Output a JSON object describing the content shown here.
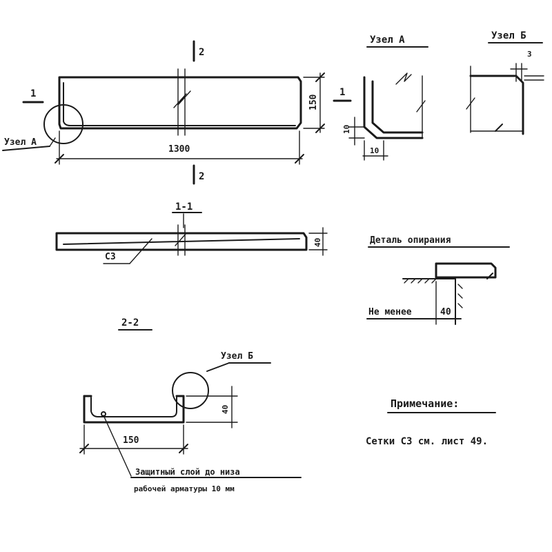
{
  "plan": {
    "section_mark_top": "2",
    "section_mark_bottom": "2",
    "section_mark_left": "1",
    "section_mark_right": "1",
    "length_dim": "1300",
    "height_dim": "150",
    "node_a_callout": "Узел А"
  },
  "node_a": {
    "title": "Узел А",
    "dim_vertical": "10",
    "dim_horizontal": "10"
  },
  "node_b_top": {
    "title": "Узел Б",
    "dim_offset": "3"
  },
  "section_1_1": {
    "title": "1-1",
    "mesh_label": "С3",
    "thickness_dim": "40"
  },
  "support_detail": {
    "title": "Деталь опирания",
    "min_label": "Не менее",
    "min_value": "40"
  },
  "section_2_2": {
    "title": "2-2",
    "node_b_callout": "Узел Б",
    "width_dim": "150",
    "height_dim": "40",
    "cover_note_line1": "Защитный слой до низа",
    "cover_note_line2": "рабочей арматуры 10 мм"
  },
  "note": {
    "title": "Примечание:",
    "text": "Сетки С3 см. лист 49."
  }
}
